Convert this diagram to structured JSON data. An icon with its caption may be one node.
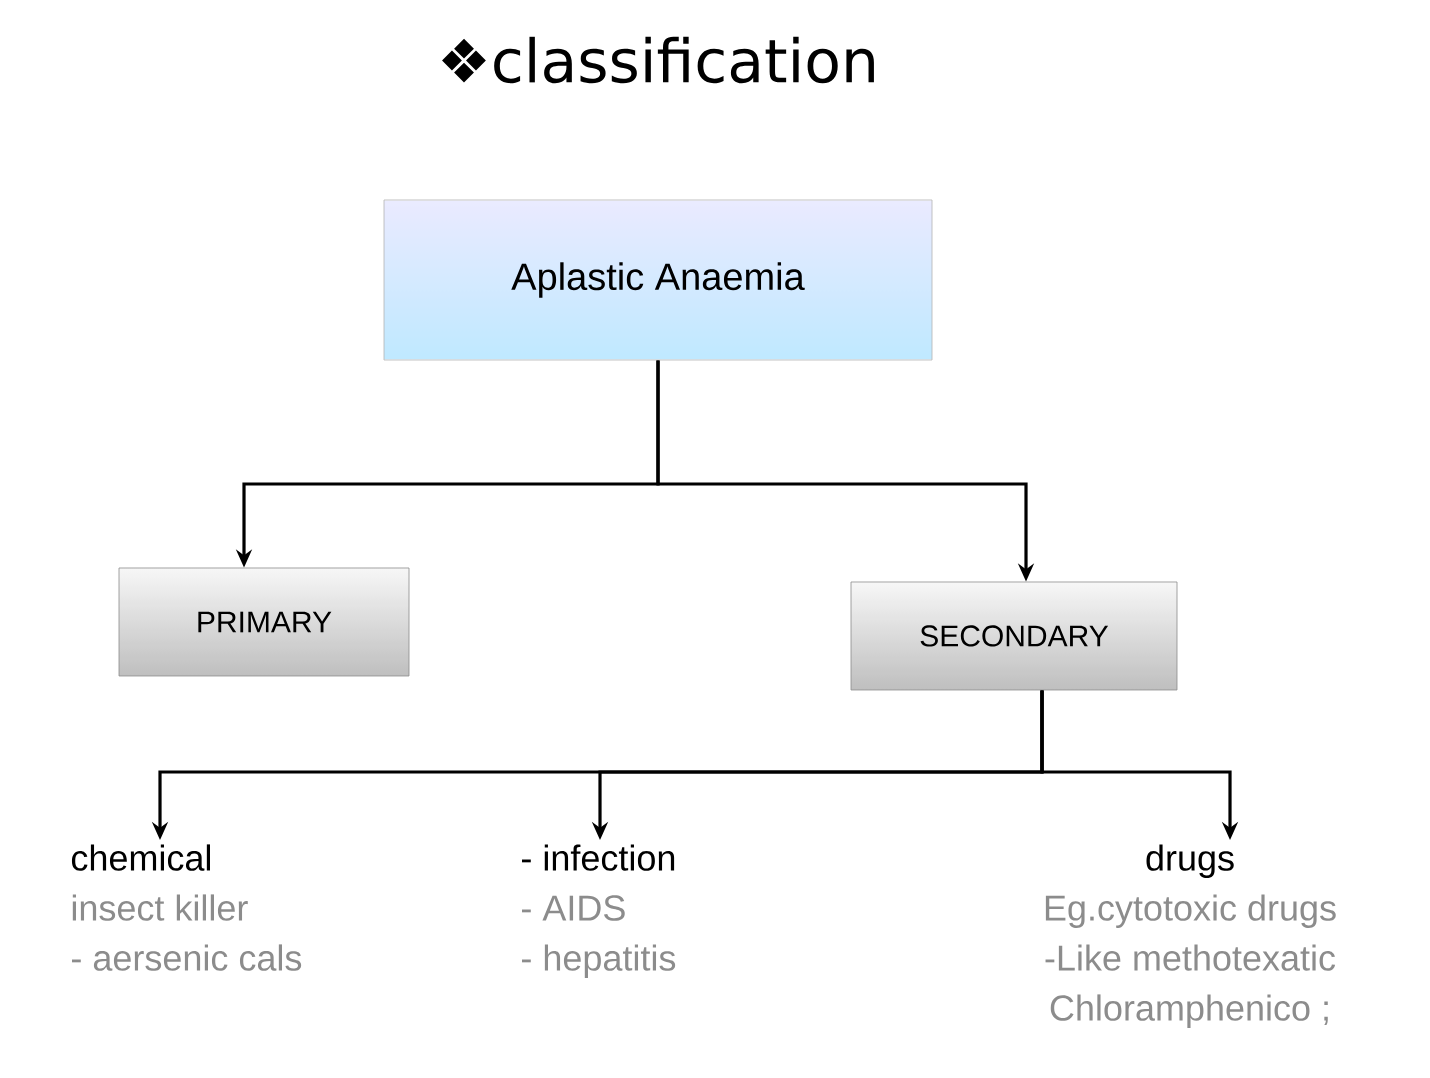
{
  "diagram": {
    "title": "❖classification",
    "nodes": [
      {
        "text": [
          "Aplastic Anaemia"
        ]
      },
      {
        "text": [
          "PRIMARY"
        ]
      },
      {
        "text": [
          "SECONDARY"
        ]
      },
      {
        "text": [
          "chemical",
          "insect killer",
          "- aersenic cals"
        ]
      },
      {
        "text": [
          "- infection",
          "- AIDS",
          "- hepatitis"
        ]
      },
      {
        "text": [
          "drugs",
          "Eg.cytotoxic drugs",
          "-Like methotexatic",
          "Chloramphenico ;"
        ]
      }
    ],
    "edges": [
      {
        "from": 0,
        "to": 1,
        "arrow": "to"
      },
      {
        "from": 0,
        "to": 2,
        "arrow": "to"
      },
      {
        "from": 2,
        "to": 3,
        "arrow": "to"
      },
      {
        "from": 2,
        "to": 4,
        "arrow": "to"
      },
      {
        "from": 2,
        "to": 5,
        "arrow": "to"
      }
    ]
  }
}
